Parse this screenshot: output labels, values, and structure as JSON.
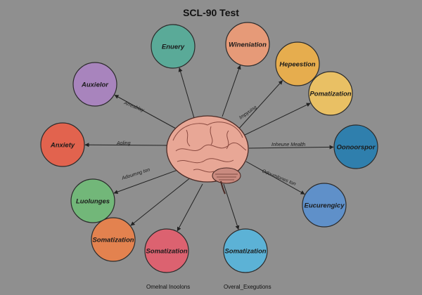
{
  "title": "SCL-90 Test",
  "center": {
    "label": "",
    "icon": "brain-icon"
  },
  "nodes": [
    {
      "id": "enuery",
      "label": "Enuery",
      "color": "#5aaa98"
    },
    {
      "id": "wineniation",
      "label": "Wineniation",
      "color": "#e69a78"
    },
    {
      "id": "hepeestion",
      "label": "Hepeestion",
      "color": "#e6ad4e"
    },
    {
      "id": "pomatization",
      "label": "Pomatization",
      "color": "#e9c064"
    },
    {
      "id": "oonoorspor",
      "label": "Oonoorspor",
      "color": "#2f7fad"
    },
    {
      "id": "eucurengicy",
      "label": "Eucurengicy",
      "color": "#5f90c9"
    },
    {
      "id": "somatization-blue",
      "label": "Somatization",
      "color": "#5cb2d6"
    },
    {
      "id": "somatization-red",
      "label": "Somatization",
      "color": "#dc6270"
    },
    {
      "id": "somatization-orange",
      "label": "Somatization",
      "color": "#e3824f"
    },
    {
      "id": "luolunges",
      "label": "Luolunges",
      "color": "#72b779"
    },
    {
      "id": "anxiety",
      "label": "Anxiety",
      "color": "#e2634e"
    },
    {
      "id": "auxielor",
      "label": "Auxielor",
      "color": "#a884bd"
    }
  ],
  "edge_labels": [
    {
      "text": "Arreablay",
      "rotate": 22
    },
    {
      "text": "Aoling",
      "rotate": 0
    },
    {
      "text": "Adoumng ton",
      "rotate": -18
    },
    {
      "text": "Impyuing",
      "rotate": -35
    },
    {
      "text": "Inheune Mealth",
      "rotate": 0
    },
    {
      "text": "Odoumlones ton",
      "rotate": 22
    }
  ],
  "footer": {
    "left": "Omelnal Inoolons",
    "right": "Overal_Exegutions"
  }
}
